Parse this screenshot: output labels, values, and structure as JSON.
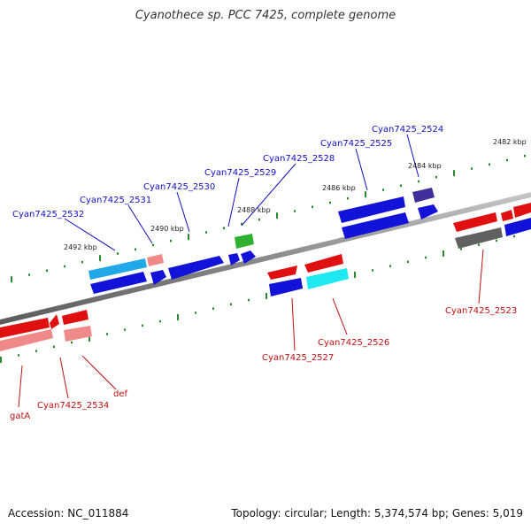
{
  "title": "Cyanothece sp. PCC 7425, complete genome",
  "accession_label": "Accession: NC_011884",
  "summary_label": "Topology: circular; Length: 5,374,574 bp; Genes: 5,019",
  "ruler": [
    "2482 kbp",
    "2484 kbp",
    "2486 kbp",
    "2488 kbp",
    "2490 kbp",
    "2492 kbp"
  ],
  "labels_top": [
    "Cyan7425_2524",
    "Cyan7425_2525",
    "Cyan7425_2528",
    "Cyan7425_2529",
    "Cyan7425_2530",
    "Cyan7425_2531",
    "Cyan7425_2532"
  ],
  "labels_bottom": [
    "Cyan7425_2523",
    "Cyan7425_2526",
    "Cyan7425_2527",
    "def",
    "Cyan7425_2534",
    "gatA"
  ],
  "colors": {
    "forward_gene": "#1010d0",
    "reverse_gene": "#e01010",
    "label_forward": "#1010c0",
    "label_reverse": "#c01010",
    "backbone": "#888888",
    "tick": "#2a8a2a"
  }
}
